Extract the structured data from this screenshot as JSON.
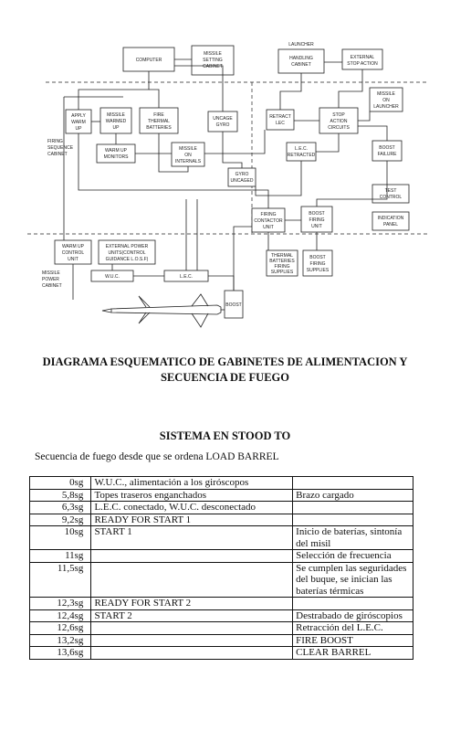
{
  "diagram": {
    "labels": {
      "computer": "COMPUTER",
      "missile_setting_cabinet": [
        "MISSILE",
        "SETTING",
        "CABINET"
      ],
      "launcher": "LAUNCHER",
      "handling_cabinet": [
        "HANDLING",
        "CABINET"
      ],
      "external_stop_action": [
        "EXTERNAL",
        "STOP ACTION"
      ],
      "missile_on_launcher": [
        "MISSILE",
        "ON",
        "LAUNCHER"
      ],
      "apply_warm_up": [
        "APPLY",
        "WARM",
        "UP"
      ],
      "missile_warmed_up": [
        "MISSILE",
        "WARMED",
        "UP"
      ],
      "fire_thermal_batteries": [
        "FIRE",
        "THERMAL",
        "BATTERIES"
      ],
      "uncage_gyro": [
        "UNCAGE",
        "GYRO"
      ],
      "retract_lec": [
        "RETRACT",
        "LEC"
      ],
      "stop_action_circuits": [
        "STOP",
        "ACTION",
        "CIRCUITS"
      ],
      "firing_sequence_cabinet": [
        "FIRING",
        "SEQUENCE",
        "CABINET"
      ],
      "warm_up_monitors": [
        "WARM UP",
        "MONITORS"
      ],
      "missile_on_internals": [
        "MISSILE",
        "ON",
        "INTERNALS"
      ],
      "lec_retracted": [
        "L.E.C.",
        "RETRACTED"
      ],
      "boost_failure": [
        "BOOST",
        "FAILURE"
      ],
      "gyro_uncaged": [
        "GYRO",
        "UNCAGED"
      ],
      "test_control": [
        "TEST",
        "CONTROL"
      ],
      "indication_panel": [
        "INDICATION",
        "PANEL"
      ],
      "firing_contactor_unit": [
        "FIRING",
        "CONTACTOR",
        "UNIT"
      ],
      "boost_firing_unit": [
        "BOOST",
        "FIRING",
        "UNIT"
      ],
      "warm_up_control_unit": [
        "WARM UP",
        "CONTROL",
        "UNIT"
      ],
      "external_power_units": [
        "EXTERNAL POWER",
        "UNITS(CONTROL",
        "GUIDANCE L.O.S.F)"
      ],
      "thermal_batteries_firing_supplies": [
        "THERMAL",
        "BATTERIES",
        "FIRING",
        "SUPPLIES"
      ],
      "boost_firing_supplies": [
        "BOOST",
        "FIRING",
        "SUPPLIES"
      ],
      "missile_power_cabinet": [
        "MISSILE",
        "POWER",
        "CABINET"
      ],
      "wuc": "W.U.C.",
      "lec": "L.E.C.",
      "boost": "BOOST"
    }
  },
  "title": {
    "line1": "DIAGRAMA ESQUEMATICO DE GABINETES DE ALIMENTACION Y",
    "line2": "SECUENCIA DE FUEGO"
  },
  "subtitle": "SISTEMA EN STOOD TO",
  "intro": "Secuencia de fuego desde que se ordena LOAD BARREL",
  "sequence": [
    {
      "time": "0sg",
      "event": "W.U.C., alimentación a los giróscopos",
      "note": ""
    },
    {
      "time": "5,8sg",
      "event": "Topes traseros enganchados",
      "note": "Brazo cargado"
    },
    {
      "time": "6,3sg",
      "event": "L.E.C. conectado, W.U.C. desconectado",
      "note": ""
    },
    {
      "time": "9,2sg",
      "event": "READY FOR START 1",
      "note": ""
    },
    {
      "time": "10sg",
      "event": "START 1",
      "note": "Inicio de baterías, sintonía del misil"
    },
    {
      "time": "11sg",
      "event": "",
      "note": "Selección de frecuencia"
    },
    {
      "time": "11,5sg",
      "event": "",
      "note": "Se cumplen las seguridades del buque, se inician las baterías térmicas"
    },
    {
      "time": "12,3sg",
      "event": "READY FOR START 2",
      "note": ""
    },
    {
      "time": "12,4sg",
      "event": "START 2",
      "note": "Destrabado de giróscopios"
    },
    {
      "time": "12,6sg",
      "event": "",
      "note": "Retracción del L.E.C."
    },
    {
      "time": "13,2sg",
      "event": "",
      "note": "FIRE BOOST"
    },
    {
      "time": "13,6sg",
      "event": "",
      "note": "CLEAR BARREL"
    }
  ]
}
